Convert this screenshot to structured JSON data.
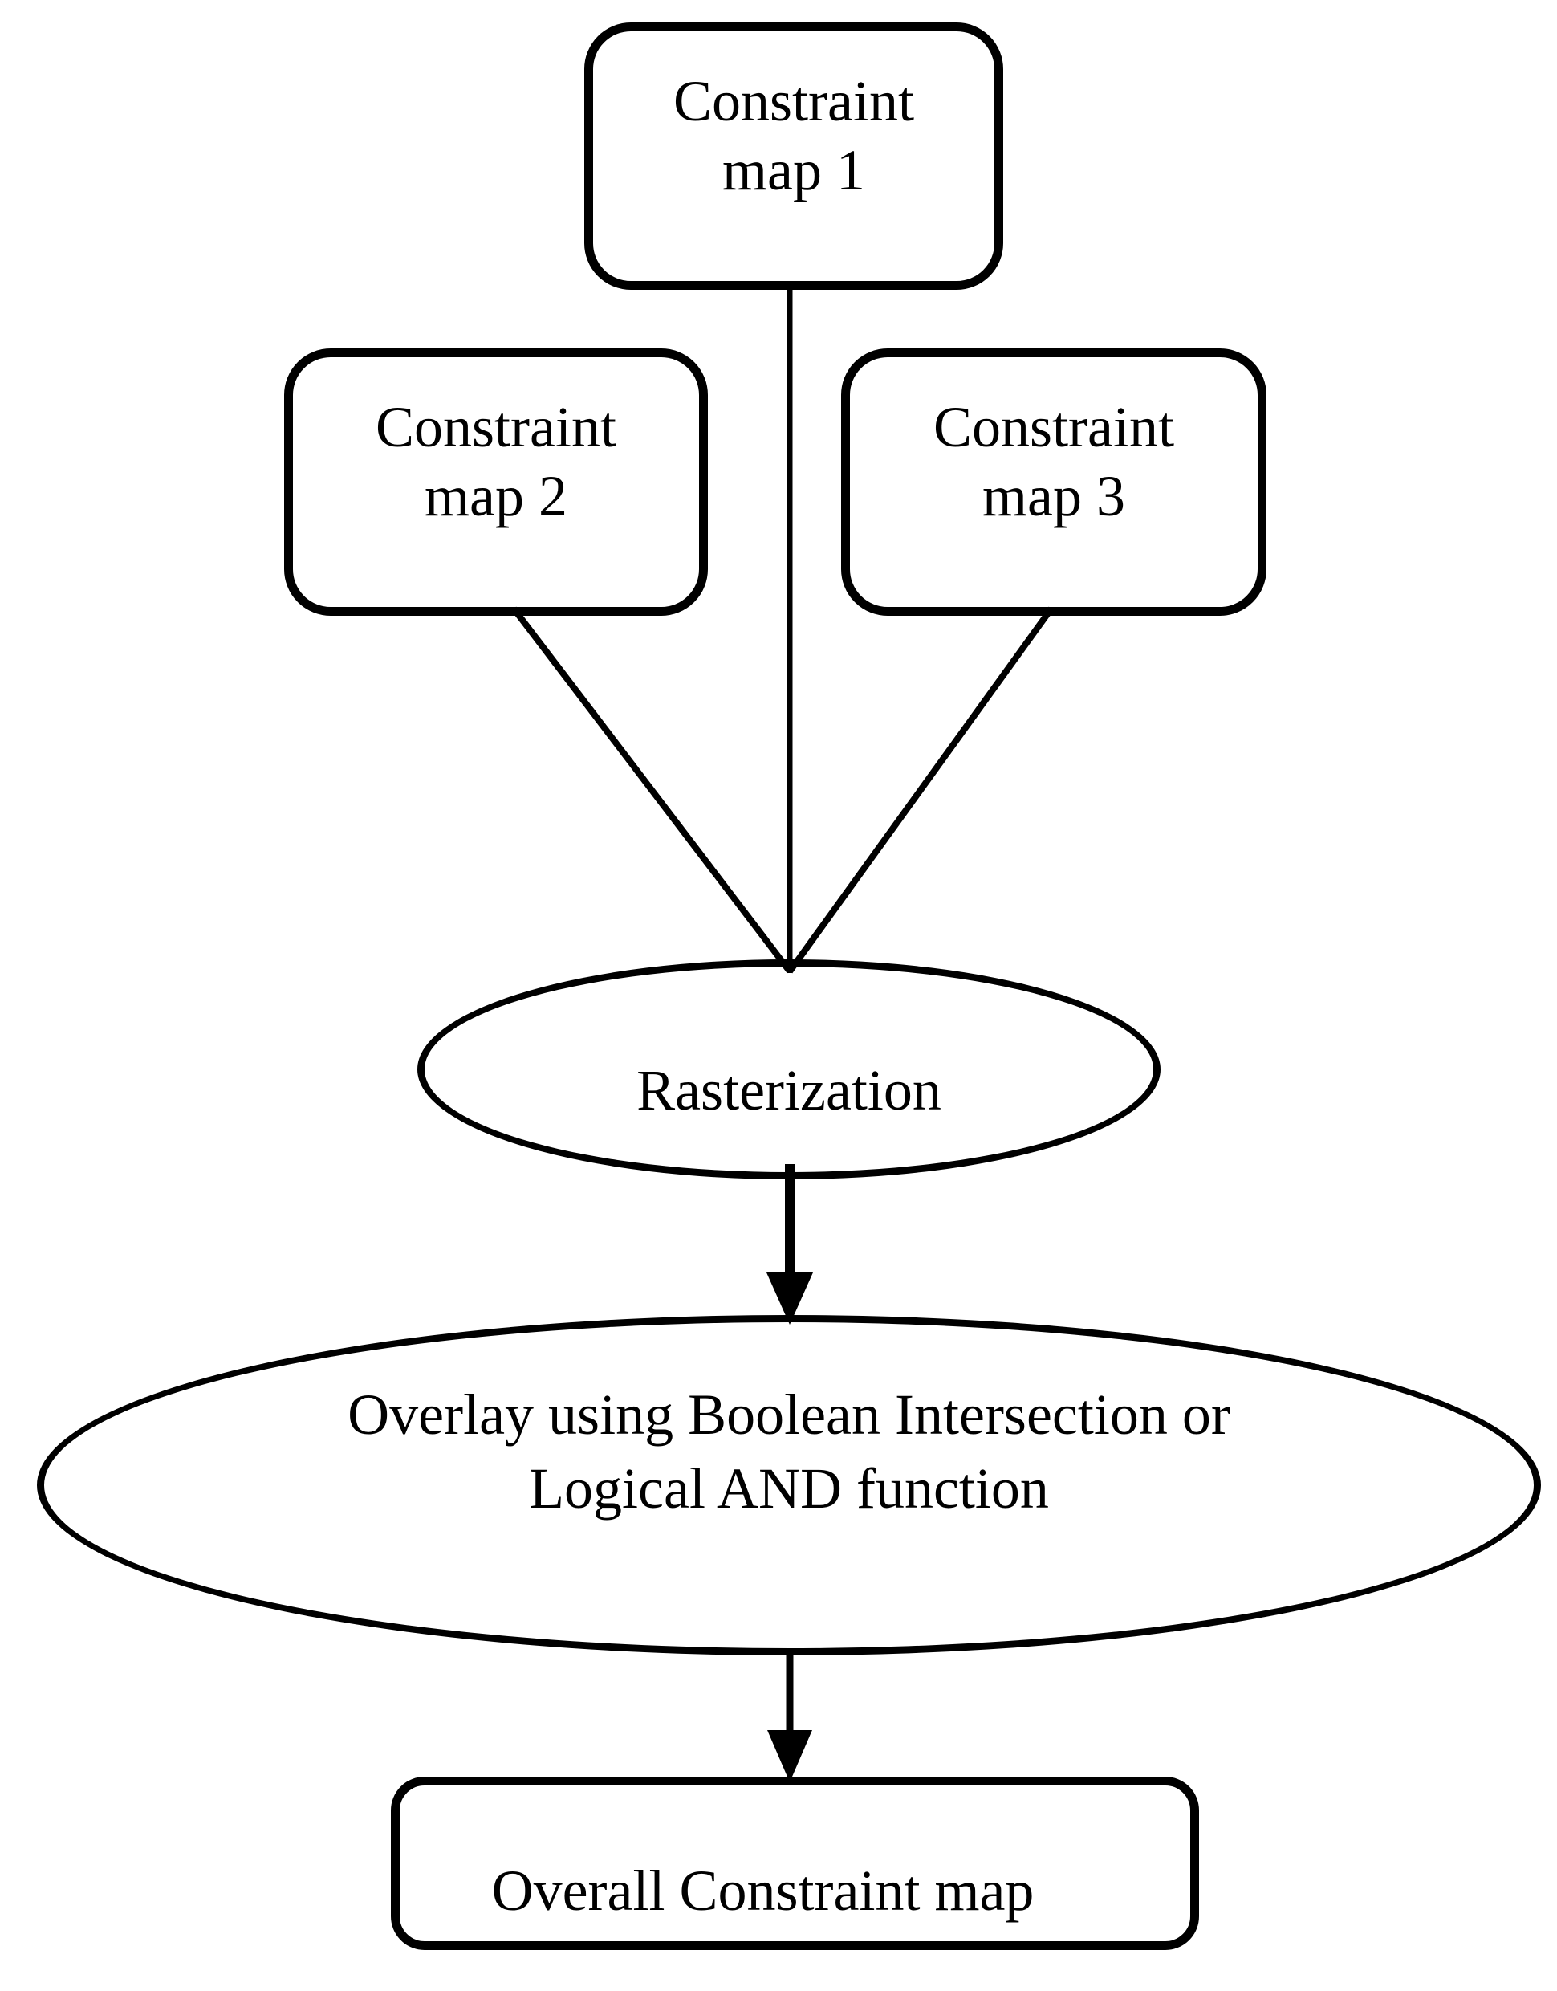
{
  "diagram": {
    "background_color": "#ffffff",
    "stroke_color": "#000000",
    "text_color": "#000000",
    "nodes": [
      {
        "id": "constraint-map-1",
        "shape": "rounded-rectangle",
        "label": "Constraint\nmap 1"
      },
      {
        "id": "constraint-map-2",
        "shape": "rounded-rectangle",
        "label": "Constraint\nmap 2"
      },
      {
        "id": "constraint-map-3",
        "shape": "rounded-rectangle",
        "label": "Constraint\nmap 3"
      },
      {
        "id": "rasterization",
        "shape": "ellipse",
        "label": "Rasterization"
      },
      {
        "id": "overlay-boolean-and",
        "shape": "ellipse",
        "label": "Overlay using Boolean Intersection or\nLogical AND function"
      },
      {
        "id": "overall-constraint-map",
        "shape": "rounded-rectangle",
        "label": "Overall Constraint map"
      }
    ],
    "edges": [
      {
        "from": "constraint-map-1",
        "to": "rasterization",
        "style": "plain-line"
      },
      {
        "from": "constraint-map-2",
        "to": "rasterization",
        "style": "plain-line"
      },
      {
        "from": "constraint-map-3",
        "to": "rasterization",
        "style": "plain-line"
      },
      {
        "from": "rasterization",
        "to": "overlay-boolean-and",
        "style": "arrow"
      },
      {
        "from": "overlay-boolean-and",
        "to": "overall-constraint-map",
        "style": "arrow"
      }
    ]
  }
}
